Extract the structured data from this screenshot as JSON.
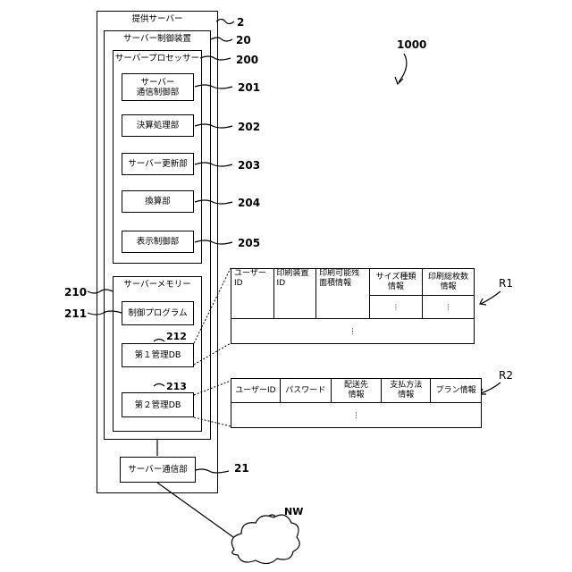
{
  "figure_number": "1000",
  "server": {
    "title": "提供サーバー",
    "ref": "2",
    "controller": {
      "title": "サーバー制御装置",
      "ref": "20",
      "processor": {
        "title": "サーバープロセッサー",
        "ref": "200",
        "units": [
          {
            "label": "サーバー\n通信制御部",
            "ref": "201"
          },
          {
            "label": "決算処理部",
            "ref": "202"
          },
          {
            "label": "サーバー更新部",
            "ref": "203"
          },
          {
            "label": "換算部",
            "ref": "204"
          },
          {
            "label": "表示制御部",
            "ref": "205"
          }
        ]
      },
      "memory": {
        "title": "サーバーメモリー",
        "ref": "210",
        "program": {
          "label": "制御プログラム",
          "ref": "211"
        },
        "db1": {
          "label": "第１管理DB",
          "ref": "212"
        },
        "db2": {
          "label": "第２管理DB",
          "ref": "213"
        }
      }
    },
    "comm": {
      "label": "サーバー通信部",
      "ref": "21"
    }
  },
  "network": {
    "label": "NW"
  },
  "table1": {
    "ref": "R1",
    "headers": [
      "ユーザー\nID",
      "印刷装置\nID",
      "印刷可能残\n面積情報",
      "サイズ種類\n情報",
      "印刷総枚数\n情報"
    ],
    "ellipsis": "⋮"
  },
  "table2": {
    "ref": "R2",
    "headers": [
      "ユーザーID",
      "パスワード",
      "配送先\n情報",
      "支払方法\n情報",
      "プラン情報"
    ],
    "ellipsis": "⋮"
  }
}
